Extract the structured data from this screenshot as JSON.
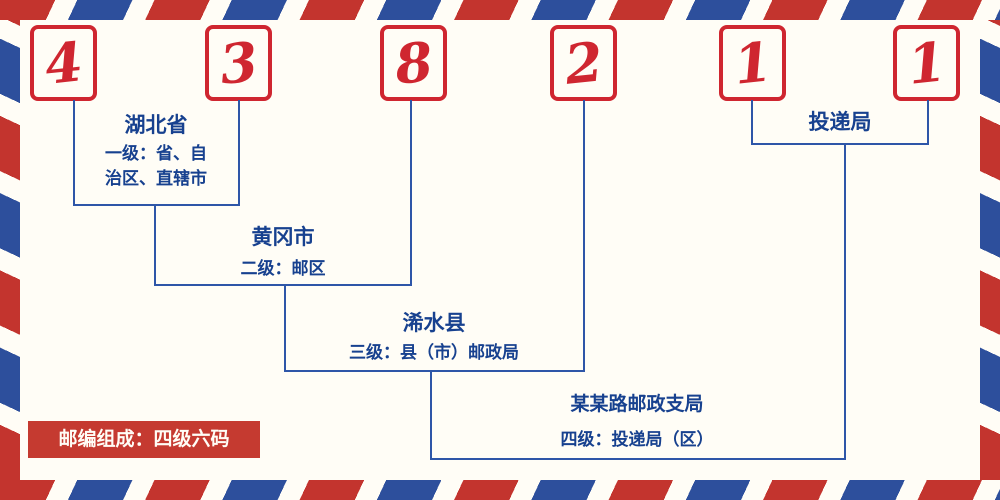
{
  "code": {
    "digits": [
      "4",
      "3",
      "8",
      "2",
      "1",
      "1"
    ]
  },
  "levels": [
    {
      "name": "湖北省",
      "desc": "一级：省、自\n治区、直辖市"
    },
    {
      "name": "黄冈市",
      "desc": "二级：邮区"
    },
    {
      "name": "浠水县",
      "desc": "三级：县（市）邮政局"
    },
    {
      "name": "某某路邮政支局",
      "desc": "四级：投递局（区）"
    },
    {
      "name": "投递局",
      "desc": ""
    }
  ],
  "badge": {
    "text": "邮编组成：四级六码"
  },
  "colors": {
    "digit_red": "#cf2630",
    "stripe_red": "#c3342e",
    "stripe_blue": "#2d4f9c",
    "line_blue": "#2e56a8",
    "label_blue": "#17418f",
    "badge_red": "#c53a30",
    "background": "#fffdf6"
  }
}
